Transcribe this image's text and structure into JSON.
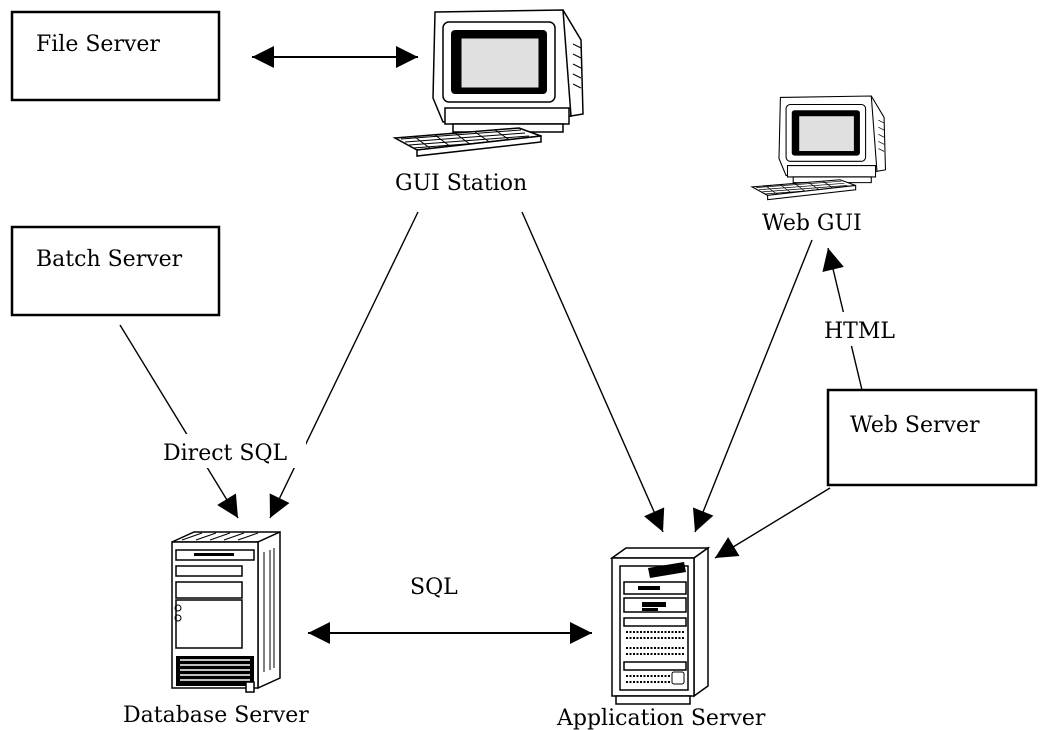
{
  "nodes": {
    "file_server": "File Server",
    "gui_station": "GUI Station",
    "web_gui": "Web GUI",
    "batch_server": "Batch Server",
    "web_server": "Web Server",
    "database_server": "Database Server",
    "application_server": "Application Server"
  },
  "edge_labels": {
    "direct_sql": "Direct SQL",
    "sql": "SQL",
    "html": "HTML"
  },
  "icons": [
    "desktop-computer-icon",
    "desktop-computer-icon",
    "tower-server-icon",
    "rack-server-icon"
  ],
  "colors": {
    "line": "#000000",
    "background": "#ffffff"
  }
}
